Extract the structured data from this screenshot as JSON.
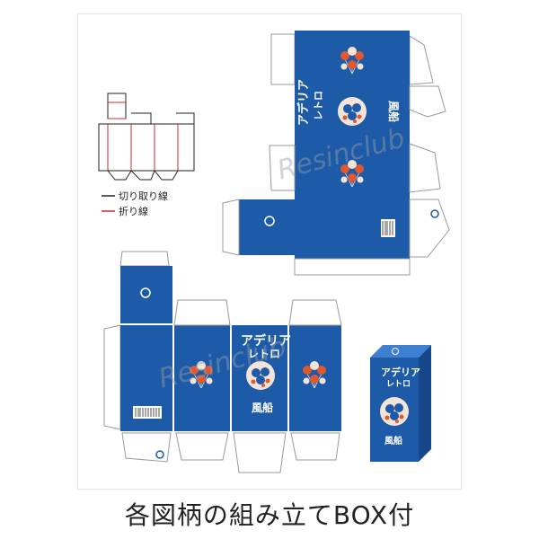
{
  "legend": {
    "cut_line_label": "切り取り線",
    "fold_line_label": "折り線"
  },
  "package": {
    "title_line1": "アデリア",
    "title_line2": "レトロ",
    "product_name": "風船"
  },
  "watermark": "Resinclub",
  "caption": "各図柄の組み立てBOX付",
  "colors": {
    "box_blue": "#1d5aa8",
    "cut_line": "#222222",
    "fold_line": "#d02a2a",
    "balloon_red": "#e0582e",
    "balloon_cream": "#f3e4d8"
  }
}
